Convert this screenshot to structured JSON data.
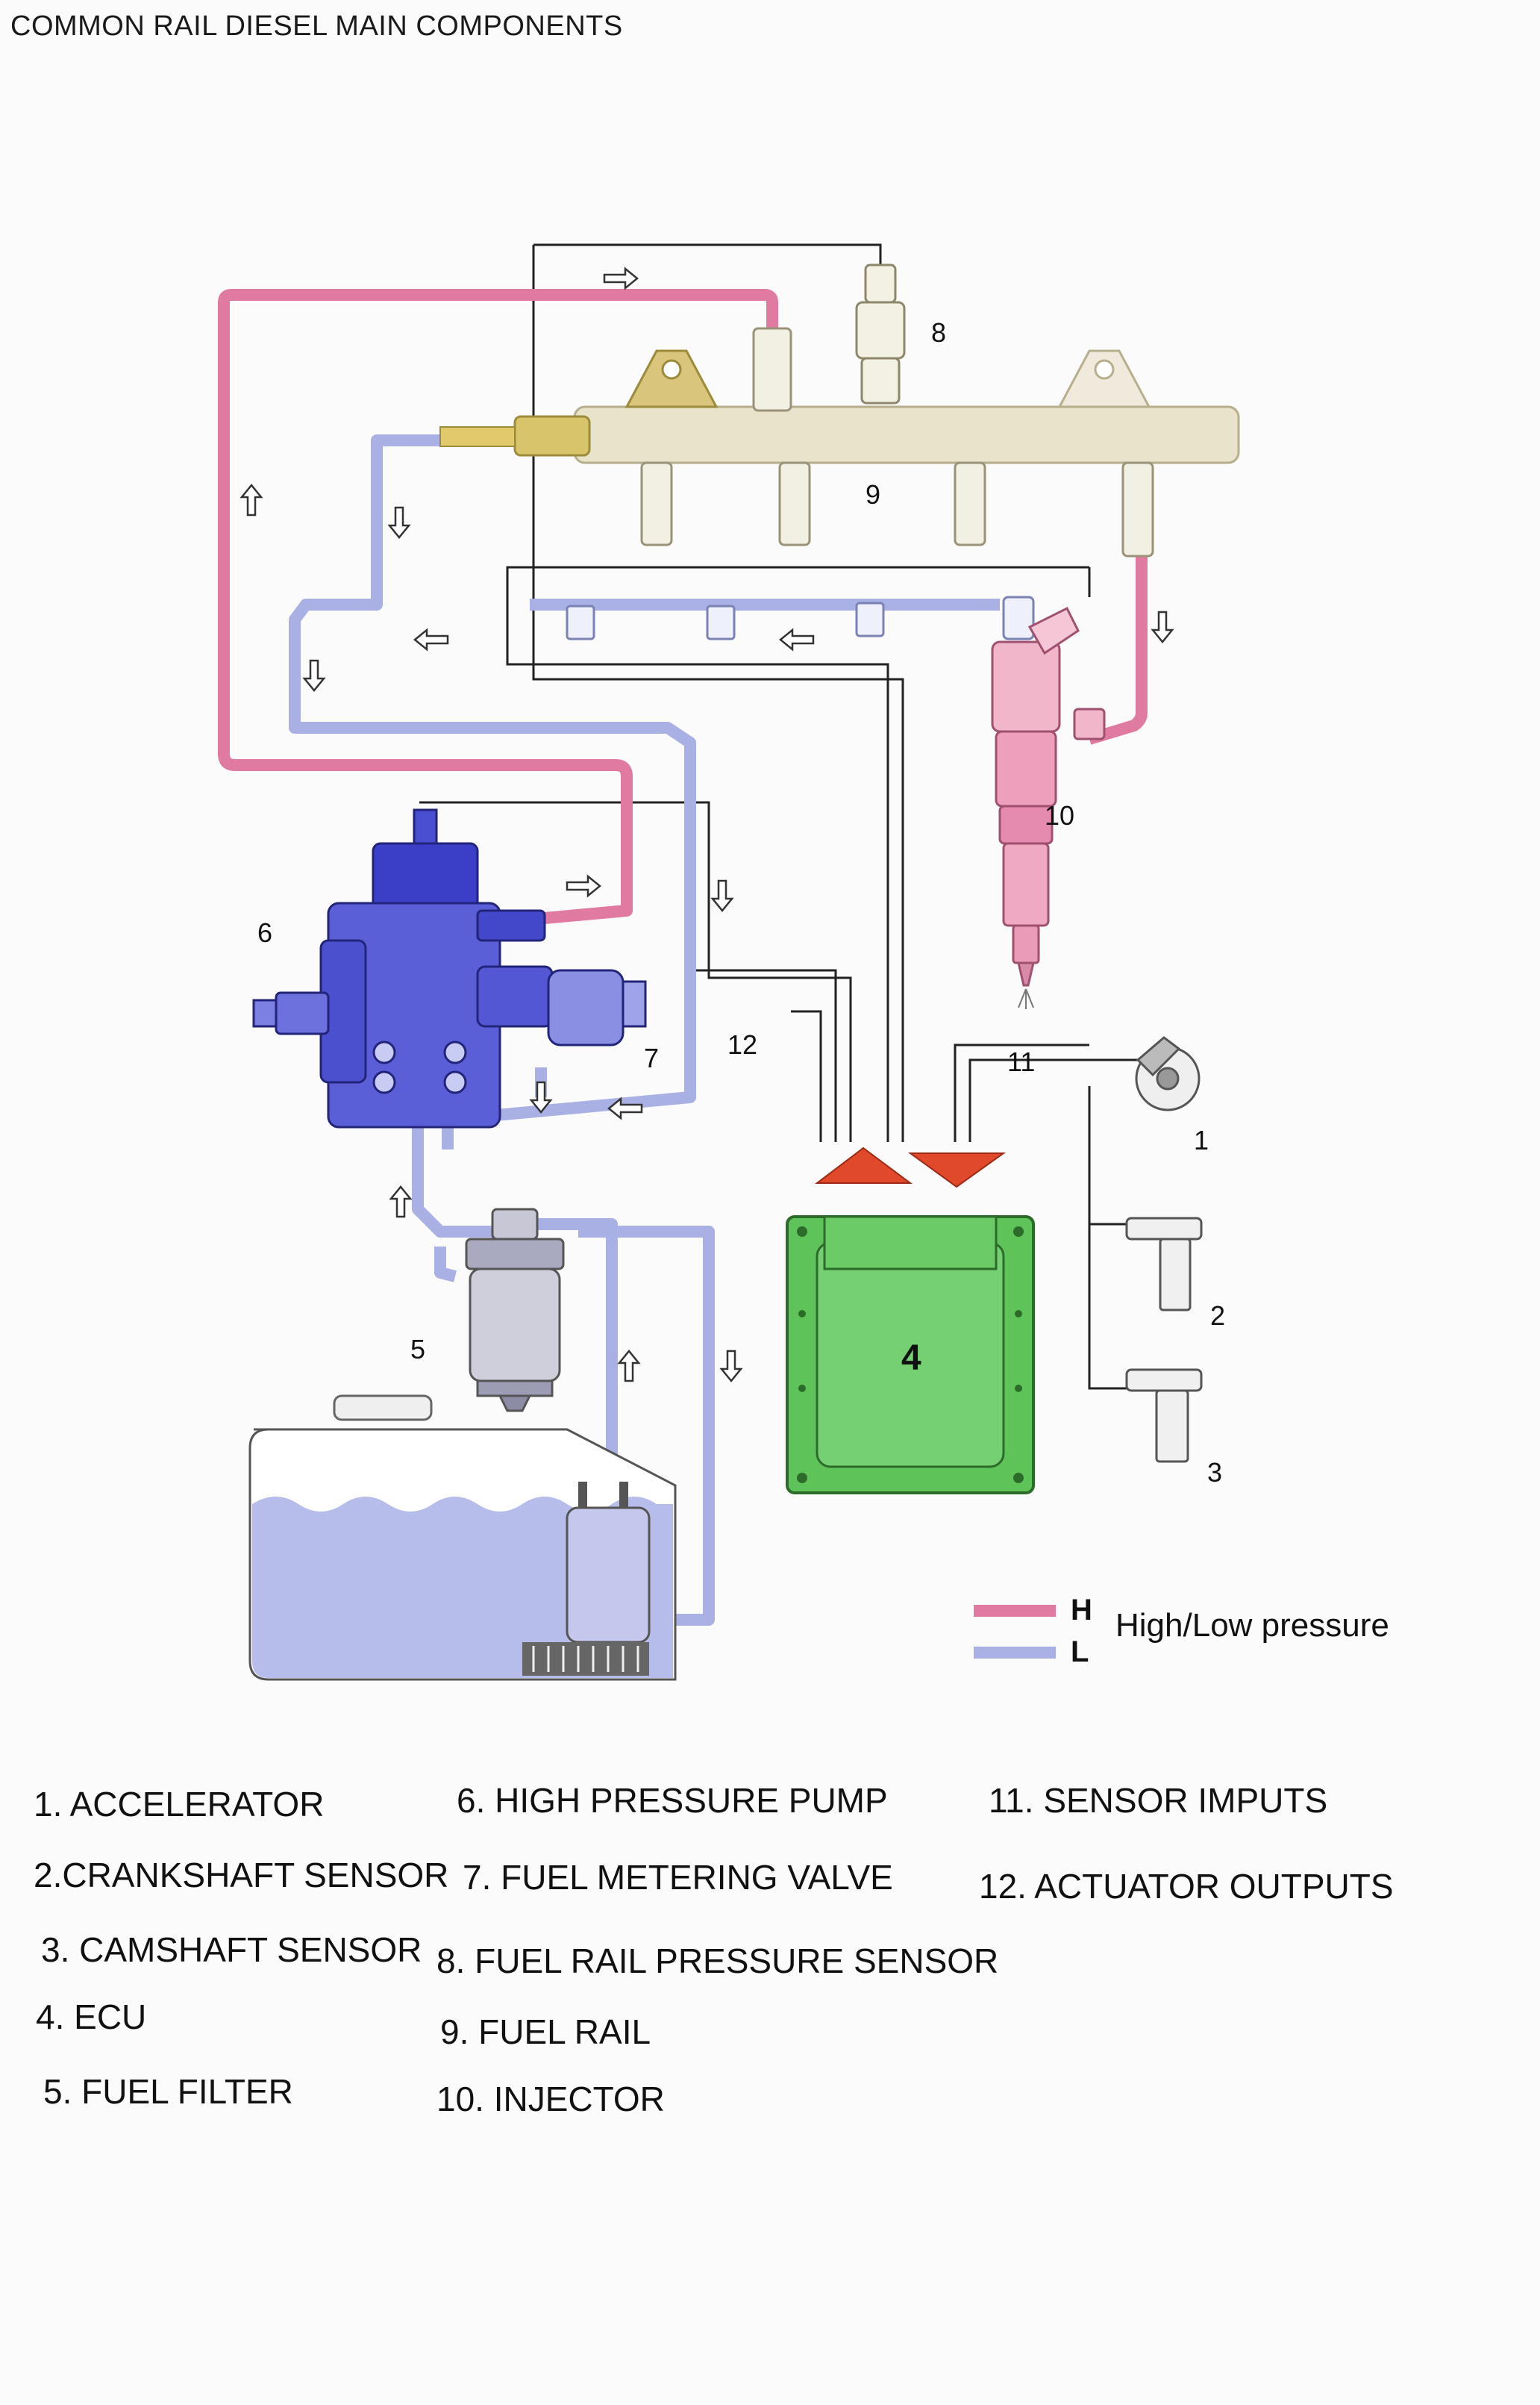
{
  "title": "COMMON RAIL DIESEL MAIN COMPONENTS",
  "callouts": {
    "n1": "1",
    "n2": "2",
    "n3": "3",
    "n4": "4",
    "n5": "5",
    "n6": "6",
    "n7": "7",
    "n8": "8",
    "n9": "9",
    "n10": "10",
    "n11": "11",
    "n12": "12"
  },
  "legend": {
    "high_letter": "H",
    "low_letter": "L",
    "label": "High/Low pressure",
    "high_color": "#e07aa0",
    "low_color": "#a9b1e4"
  },
  "colors": {
    "high_pressure_line": "#e07aa0",
    "low_pressure_line": "#a9b1e4",
    "pump": "#3b3fc7",
    "ecu": "#5ec45a",
    "signal_arrow": "#e04a2a",
    "rail": "#e9e3cc"
  },
  "components": [
    {
      "label": "1. ACCELERATOR"
    },
    {
      "label": "2.CRANKSHAFT SENSOR"
    },
    {
      "label": "3. CAMSHAFT SENSOR"
    },
    {
      "label": "4. ECU"
    },
    {
      "label": "5. FUEL FILTER"
    },
    {
      "label": "6. HIGH PRESSURE PUMP"
    },
    {
      "label": "7. FUEL METERING VALVE"
    },
    {
      "label": "8. FUEL RAIL PRESSURE SENSOR"
    },
    {
      "label": "9. FUEL RAIL"
    },
    {
      "label": "10. INJECTOR"
    },
    {
      "label": "11. SENSOR IMPUTS"
    },
    {
      "label": "12. ACTUATOR OUTPUTS"
    }
  ]
}
